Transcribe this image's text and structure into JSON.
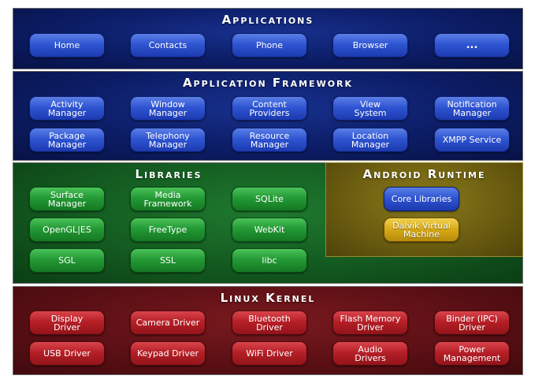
{
  "layers": {
    "applications": {
      "title": "Applications",
      "items": [
        "Home",
        "Contacts",
        "Phone",
        "Browser",
        "..."
      ]
    },
    "application_framework": {
      "title": "Application Framework",
      "items": [
        "Activity Manager",
        "Window\nManager",
        "Content\nProviders",
        "View\nSystem",
        "Notification\nManager",
        "Package Manager",
        "Telephony\nManager",
        "Resource\nManager",
        "Location\nManager",
        "XMPP Service"
      ]
    },
    "libraries": {
      "title": "Libraries",
      "items": [
        "Surface Manager",
        "Media\nFramework",
        "SQLite",
        "OpenGL|ES",
        "FreeType",
        "WebKit",
        "SGL",
        "SSL",
        "libc"
      ]
    },
    "android_runtime": {
      "title": "Android Runtime",
      "items": [
        "Core Libraries",
        "Dalvik Virtual\nMachine"
      ]
    },
    "linux_kernel": {
      "title": "Linux Kernel",
      "items": [
        "Display\nDriver",
        "Camera Driver",
        "Bluetooth\nDriver",
        "Flash Memory\nDriver",
        "Binder (IPC)\nDriver",
        "USB Driver",
        "Keypad Driver",
        "WiFi Driver",
        "Audio\nDrivers",
        "Power\nManagement"
      ]
    }
  },
  "colors": {
    "applications_bg": "#0c1d66",
    "libraries_bg": "#135a20",
    "runtime_bg": "#6c5e10",
    "kernel_bg": "#5c1015"
  }
}
